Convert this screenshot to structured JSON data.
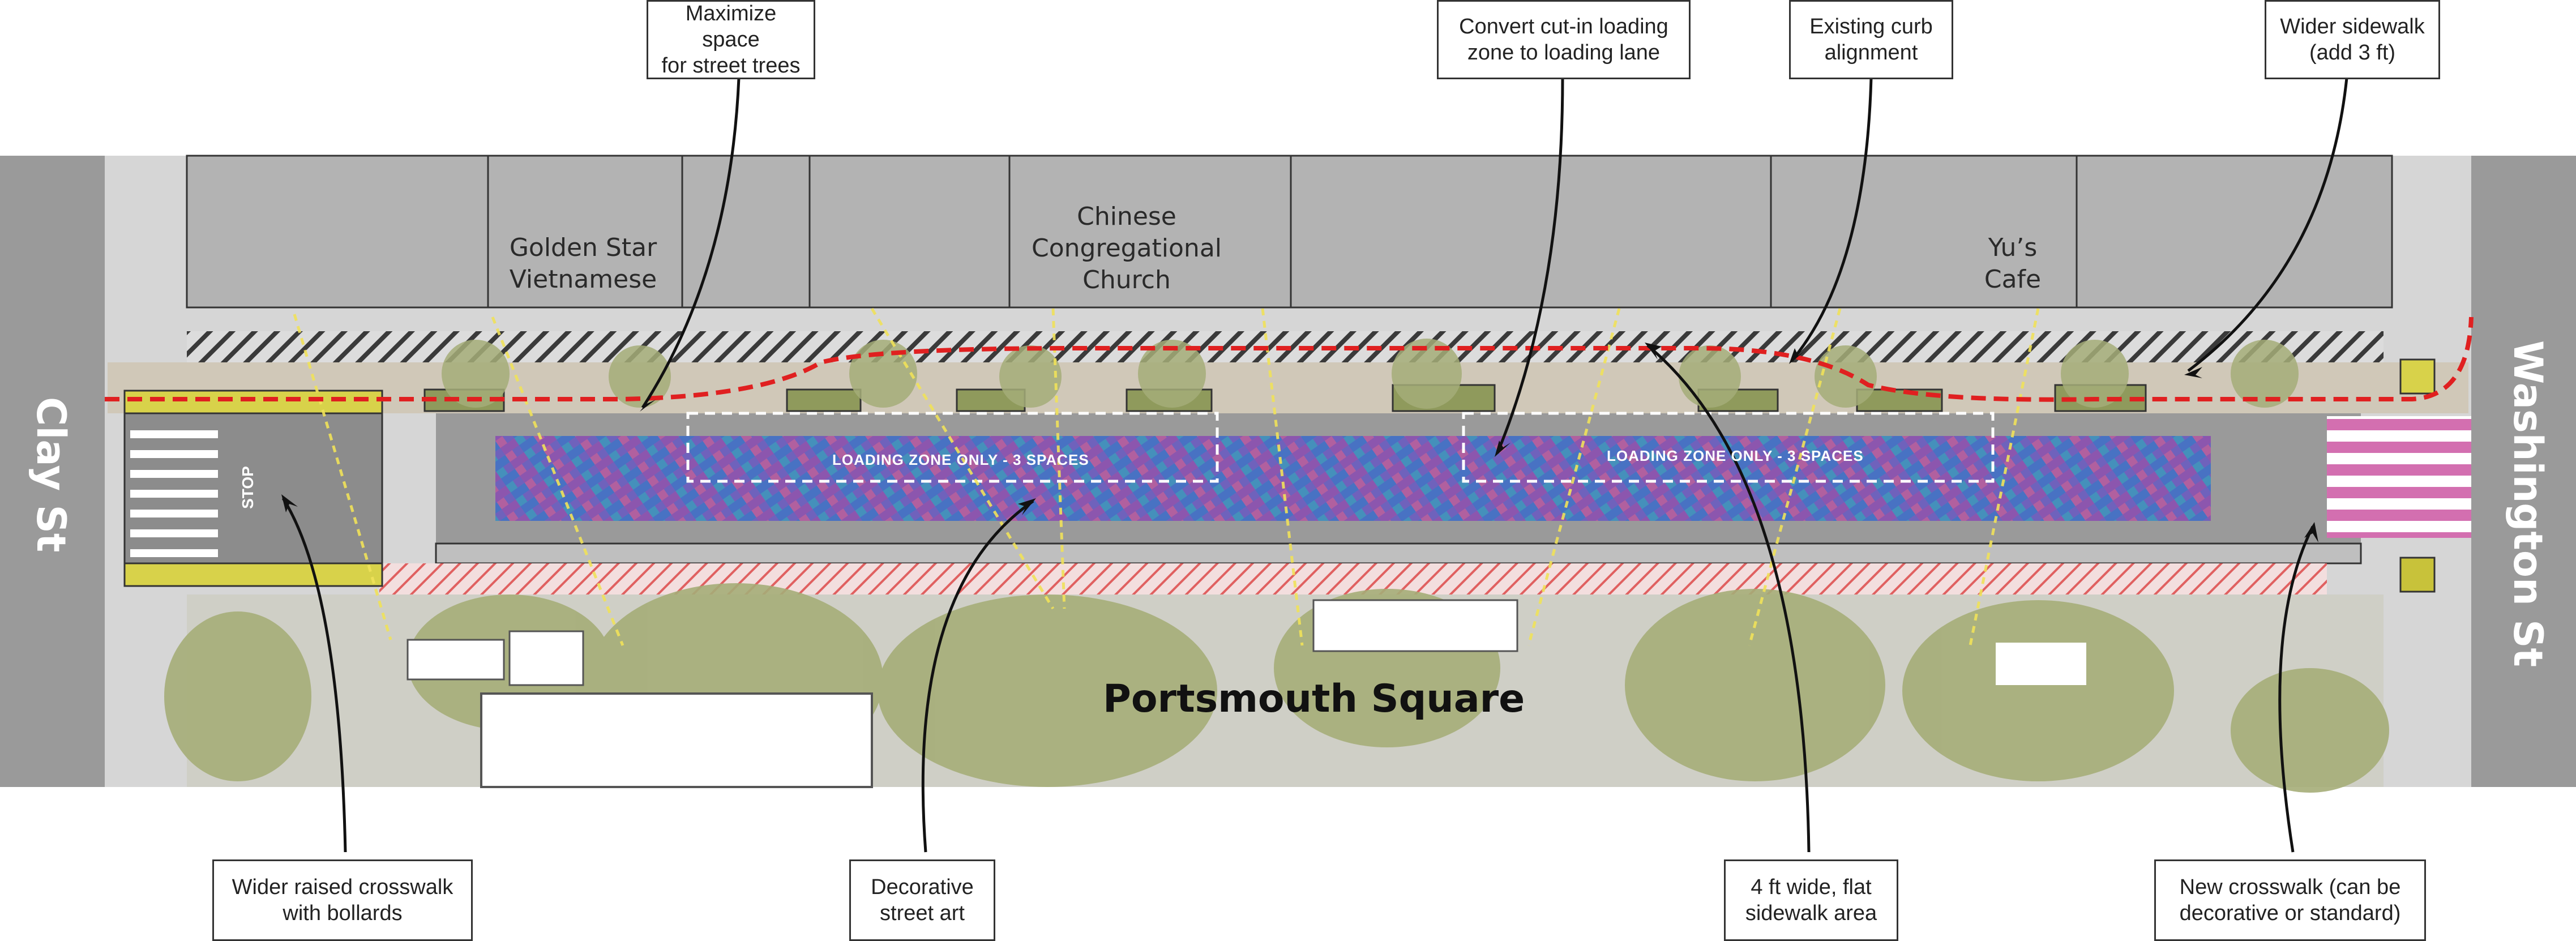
{
  "streets": {
    "left": "Clay St",
    "right": "Washington St"
  },
  "buildings": {
    "golden_star": "Golden Star\nVietnamese",
    "church": "Chinese\nCongregational\nChurch",
    "yus_cafe": "Yu’s\nCafe"
  },
  "park_name": "Portsmouth Square",
  "pavement": {
    "loading_zone_1": "LOADING ZONE ONLY - 3 SPACES",
    "loading_zone_2": "LOADING ZONE ONLY - 3 SPACES",
    "stop": "STOP"
  },
  "callouts": {
    "top": [
      "Maximize space\nfor street trees",
      "Convert cut-in loading\nzone to loading lane",
      "Existing curb\nalignment",
      "Wider sidewalk\n(add 3 ft)"
    ],
    "bottom": [
      "Wider raised crosswalk\nwith bollards",
      "Decorative\nstreet art",
      "4 ft wide, flat\nsidewalk area",
      "New crosswalk (can be\ndecorative or standard)"
    ]
  },
  "colors": {
    "street_asphalt": "#9a9a9a",
    "building": "#b3b3b3",
    "sidewalk": "#d9d9d9",
    "curb_line": "#e02020",
    "crosswalk_yellow": "#d8d24a",
    "art_purple": "#7a55b8",
    "art_blue": "#3e6fc4",
    "tree": "#a5ad78"
  }
}
